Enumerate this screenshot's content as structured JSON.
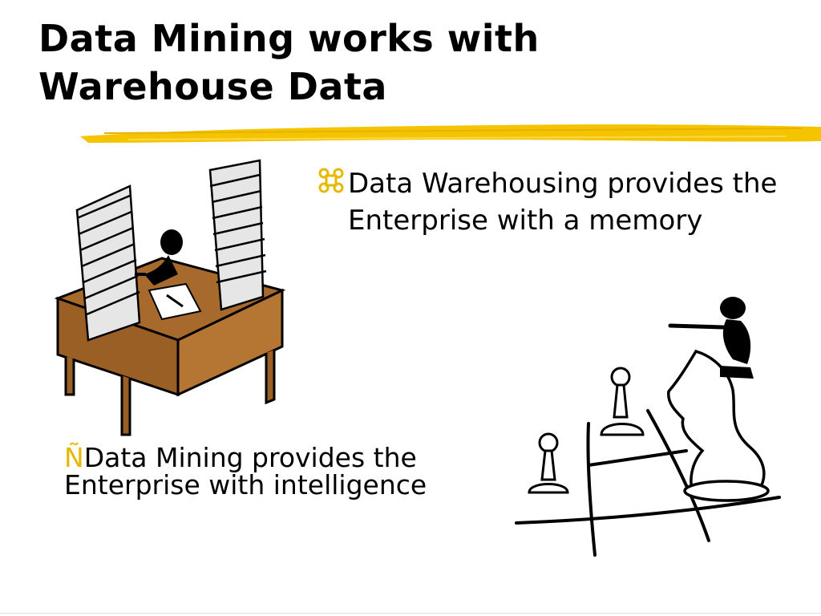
{
  "slide": {
    "title_line1": "Data Mining works with",
    "title_line2": "Warehouse Data",
    "bullet1": {
      "icon": "command-symbol-icon",
      "line1": "Data Warehousing provides the",
      "line2": "Enterprise with a memory"
    },
    "bullet2": {
      "marker": "Ñ",
      "line1": "Data Mining provides the",
      "line2": "Enterprise with intelligence"
    },
    "colors": {
      "underline": "#f5c400",
      "bullet_marker": "#e6b800",
      "desk": "#a86a2c"
    }
  }
}
